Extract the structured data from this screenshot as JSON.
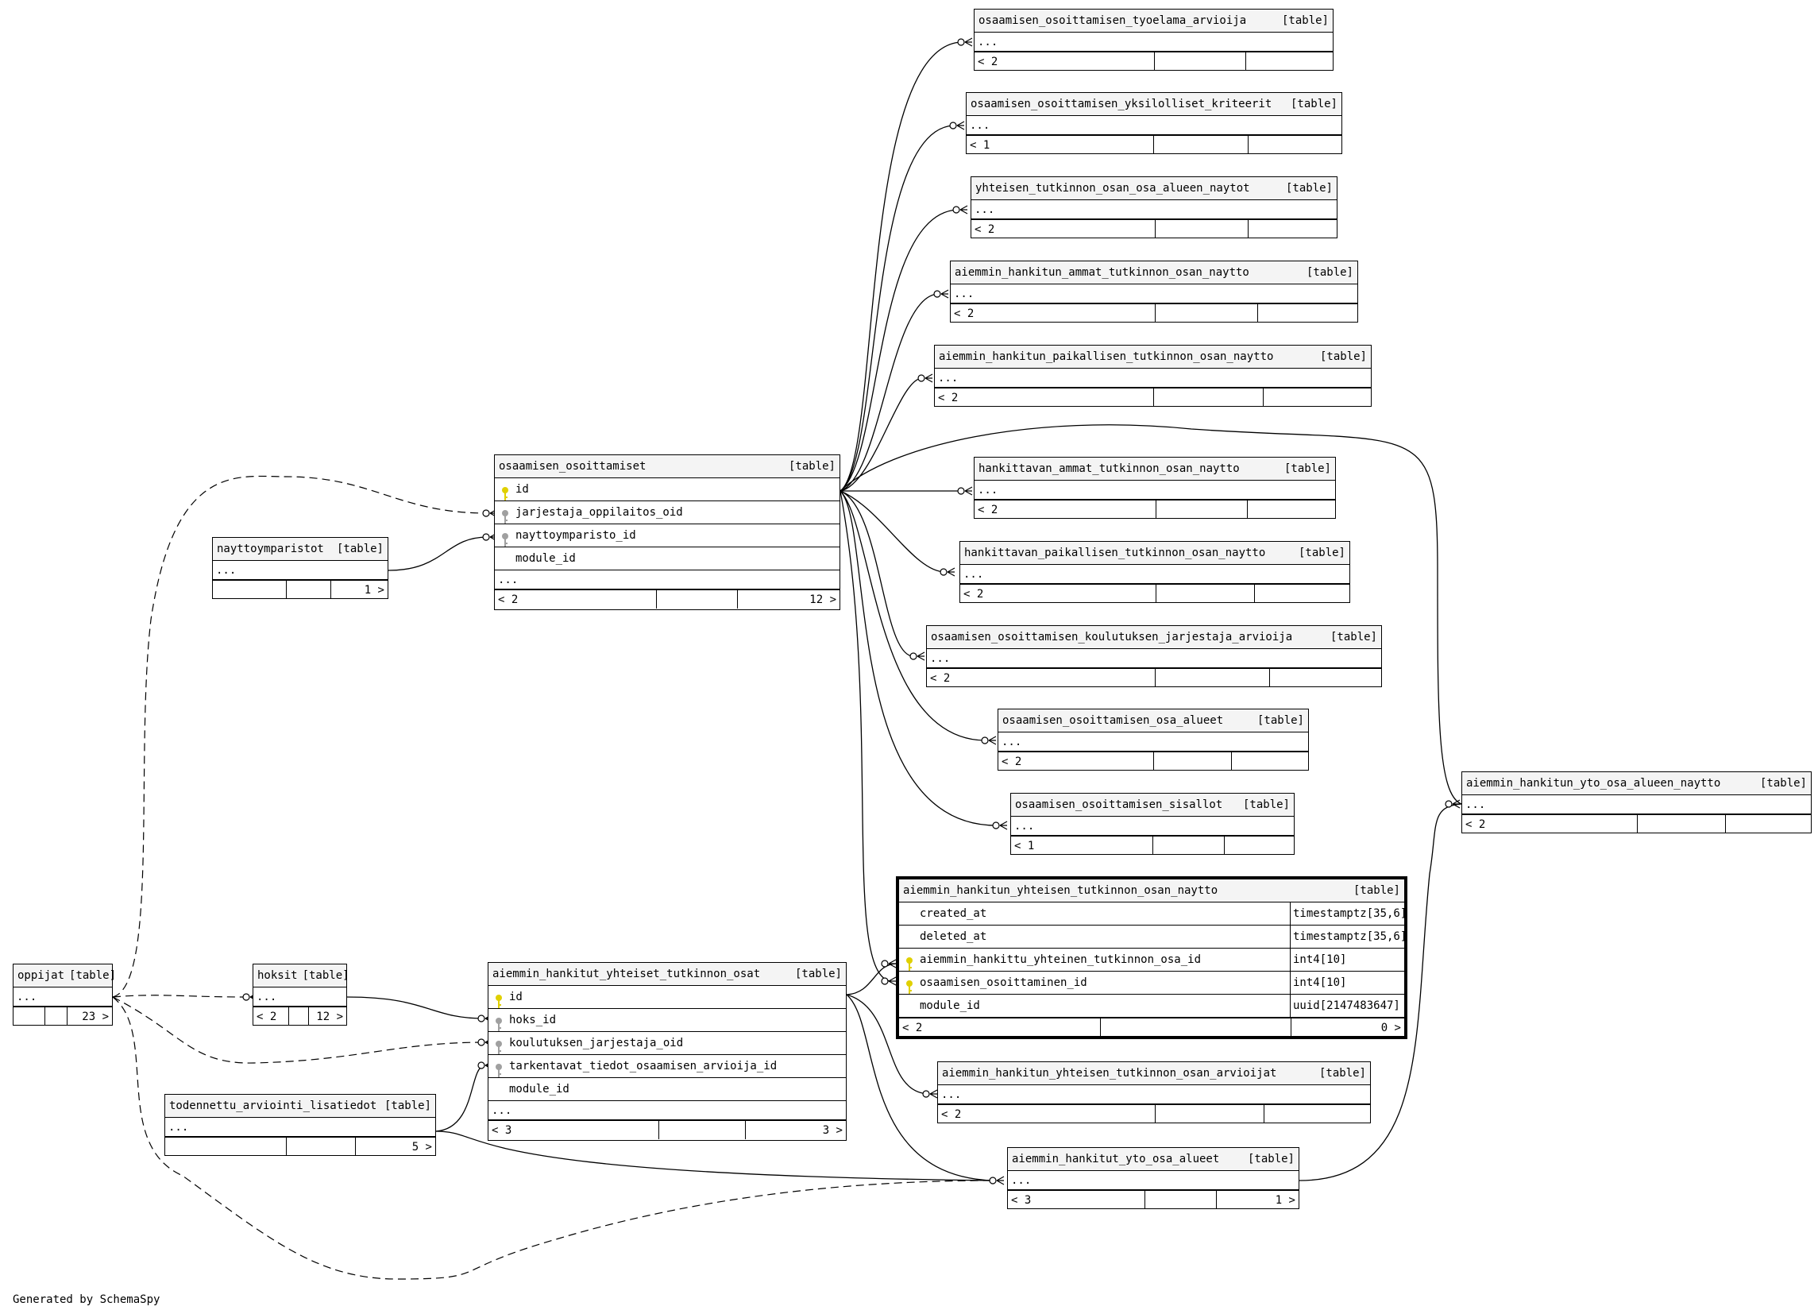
{
  "credit": "Generated by SchemaSpy",
  "tables": {
    "t1": {
      "name": "osaamisen_osoittamisen_tyoelama_arvioija",
      "tag": "[table]",
      "foot": [
        "< 2",
        "",
        ""
      ]
    },
    "t2": {
      "name": "osaamisen_osoittamisen_yksilolliset_kriteerit",
      "tag": "[table]",
      "foot": [
        "< 1",
        "",
        ""
      ]
    },
    "t3": {
      "name": "yhteisen_tutkinnon_osan_osa_alueen_naytot",
      "tag": "[table]",
      "foot": [
        "< 2",
        "",
        ""
      ]
    },
    "t4": {
      "name": "aiemmin_hankitun_ammat_tutkinnon_osan_naytto",
      "tag": "[table]",
      "foot": [
        "< 2",
        "",
        ""
      ]
    },
    "t5": {
      "name": "aiemmin_hankitun_paikallisen_tutkinnon_osan_naytto",
      "tag": "[table]",
      "foot": [
        "< 2",
        "",
        ""
      ]
    },
    "t6": {
      "name": "hankittavan_ammat_tutkinnon_osan_naytto",
      "tag": "[table]",
      "foot": [
        "< 2",
        "",
        ""
      ]
    },
    "t7": {
      "name": "hankittavan_paikallisen_tutkinnon_osan_naytto",
      "tag": "[table]",
      "foot": [
        "< 2",
        "",
        ""
      ]
    },
    "t8": {
      "name": "osaamisen_osoittamisen_koulutuksen_jarjestaja_arvioija",
      "tag": "[table]",
      "foot": [
        "< 2",
        "",
        ""
      ]
    },
    "t9": {
      "name": "osaamisen_osoittamisen_osa_alueet",
      "tag": "[table]",
      "foot": [
        "< 2",
        "",
        ""
      ]
    },
    "t10": {
      "name": "osaamisen_osoittamisen_sisallot",
      "tag": "[table]",
      "foot": [
        "< 1",
        "",
        ""
      ]
    },
    "t11": {
      "name": "aiemmin_hankitun_yto_osa_alueen_naytto",
      "tag": "[table]",
      "foot": [
        "< 2",
        "",
        ""
      ]
    },
    "t12": {
      "name": "aiemmin_hankitun_yhteisen_tutkinnon_osan_arvioijat",
      "tag": "[table]",
      "foot": [
        "< 2",
        "",
        ""
      ]
    },
    "t13": {
      "name": "aiemmin_hankitut_yto_osa_alueet",
      "tag": "[table]",
      "foot": [
        "< 3",
        "",
        "1 >"
      ]
    },
    "t14": {
      "name": "nayttoymparistot",
      "tag": "[table]",
      "foot": [
        "",
        "",
        "1 >"
      ]
    },
    "t15": {
      "name": "oppijat",
      "tag": "[table]",
      "foot": [
        "",
        "",
        "23 >"
      ]
    },
    "t16": {
      "name": "hoksit",
      "tag": "[table]",
      "foot": [
        "< 2",
        "",
        "12 >"
      ]
    },
    "t17": {
      "name": "todennettu_arviointi_lisatiedot",
      "tag": "[table]",
      "foot": [
        "",
        "",
        "5 >"
      ]
    },
    "oo": {
      "name": "osaamisen_osoittamiset",
      "tag": "[table]",
      "cols": [
        "id",
        "jarjestaja_oppilaitos_oid",
        "nayttoymparisto_id",
        "module_id"
      ],
      "foot": [
        "< 2",
        "",
        "12 >"
      ]
    },
    "ahy": {
      "name": "aiemmin_hankitut_yhteiset_tutkinnon_osat",
      "tag": "[table]",
      "cols": [
        "id",
        "hoks_id",
        "koulutuksen_jarjestaja_oid",
        "tarkentavat_tiedot_osaamisen_arvioija_id",
        "module_id"
      ],
      "foot": [
        "< 3",
        "",
        "3 >"
      ]
    },
    "main": {
      "name": "aiemmin_hankitun_yhteisen_tutkinnon_osan_naytto",
      "tag": "[table]",
      "cols": [
        "created_at",
        "deleted_at",
        "aiemmin_hankittu_yhteinen_tutkinnon_osa_id",
        "osaamisen_osoittaminen_id",
        "module_id"
      ],
      "types": [
        "timestamptz[35,6]",
        "timestamptz[35,6]",
        "int4[10]",
        "int4[10]",
        "uuid[2147483647]"
      ],
      "foot": [
        "< 2",
        "",
        "0 >"
      ]
    }
  },
  "ellipsis": "...",
  "colors": {
    "header_bg": "#f4f4f4",
    "primary_key": "#e0d000",
    "foreign_key": "#a0a0a0",
    "line": "#000000"
  },
  "icons": [
    "primary-key-icon",
    "foreign-key-icon",
    "crow-foot-icon"
  ]
}
